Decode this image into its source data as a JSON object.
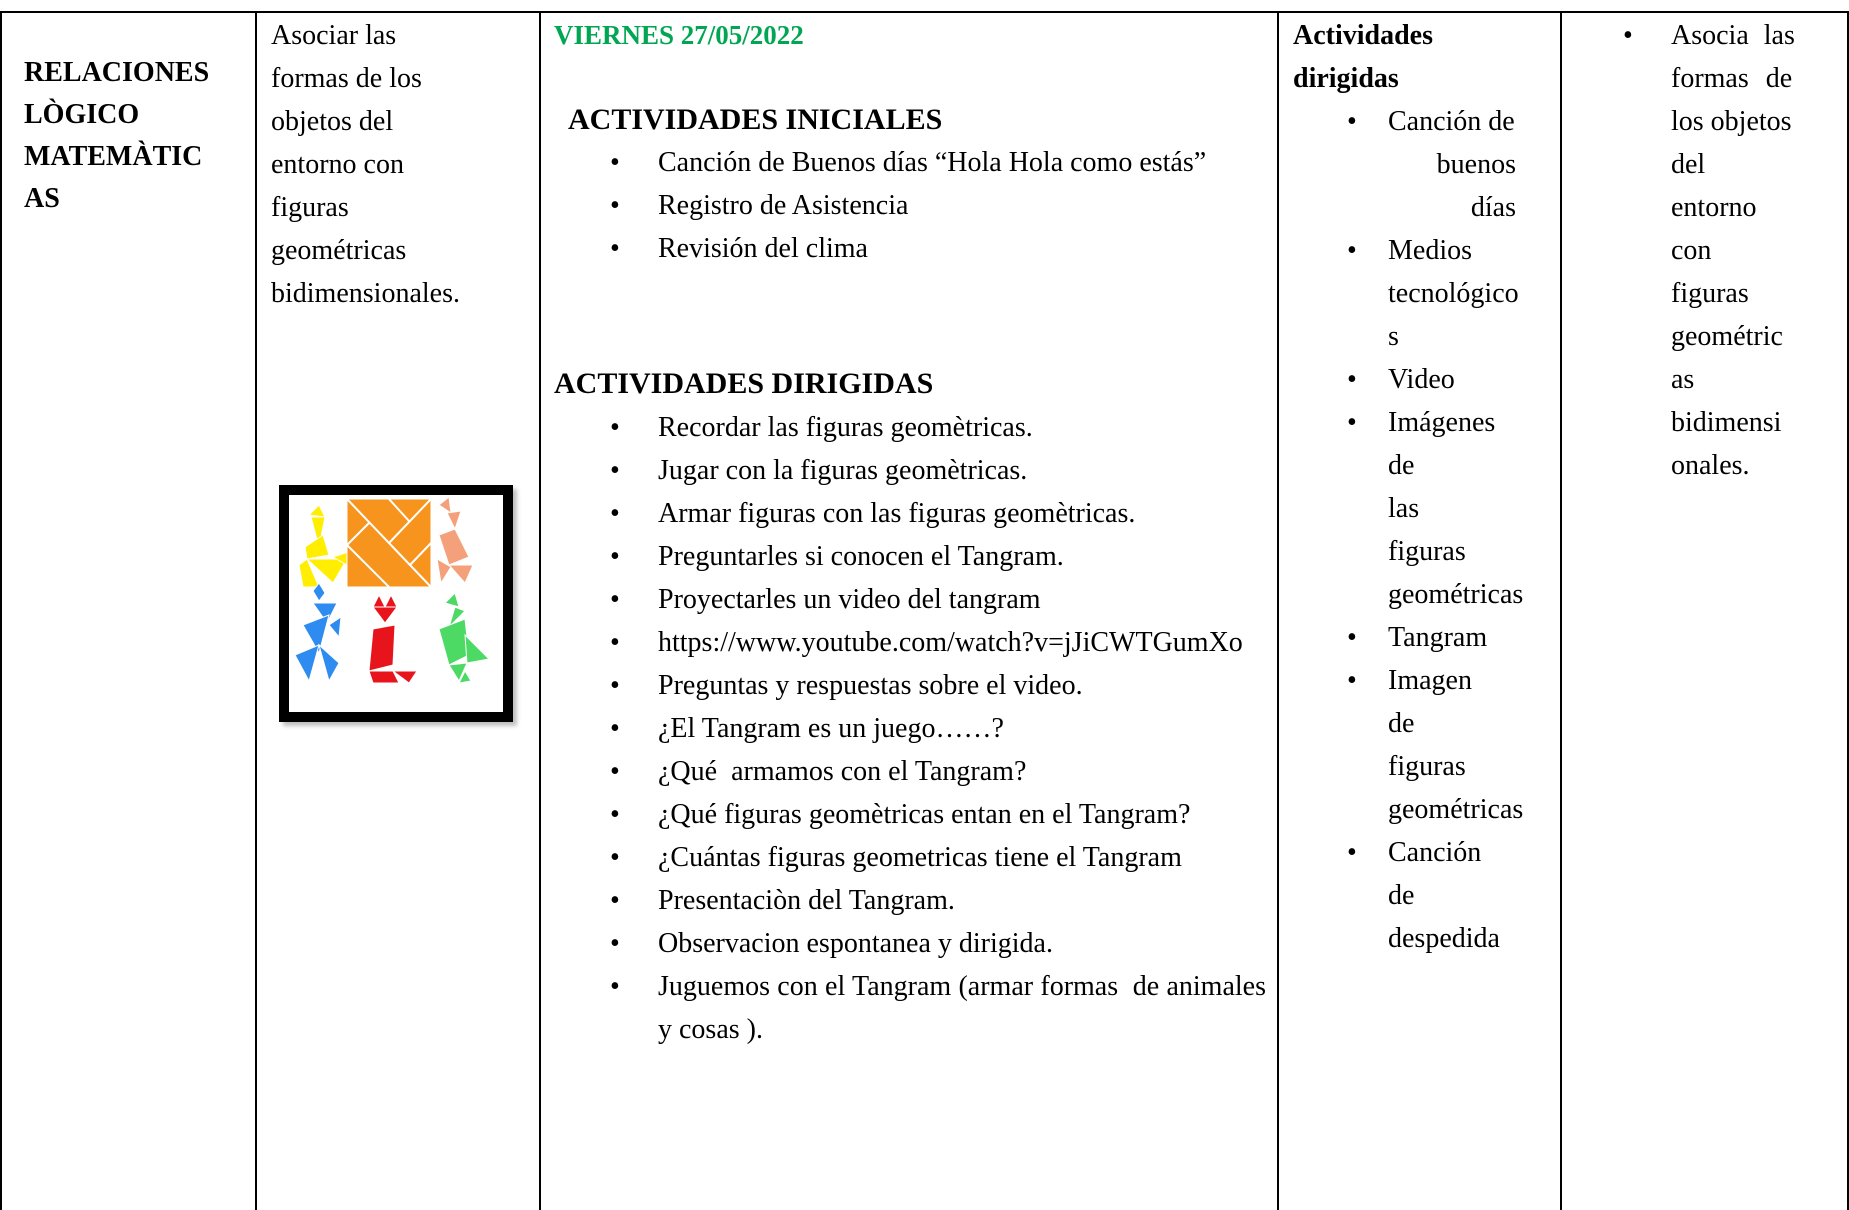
{
  "area": {
    "lines": [
      "RELACIONES",
      "LÒGICO",
      "MATEMÀTIC",
      "AS"
    ]
  },
  "objective": {
    "lines": [
      [
        "Asociar",
        "las"
      ],
      [
        "formas",
        "de",
        "los"
      ],
      [
        "objetos",
        "del"
      ],
      [
        "entorno",
        "con"
      ],
      [
        "figuras"
      ],
      [
        "geométricas"
      ],
      [
        "bidimensionales."
      ]
    ],
    "image": "tangram-figures-image"
  },
  "activities": {
    "date": "VIERNES  27/05/2022",
    "initial_title": "ACTIVIDADES INICIALES",
    "initial_items": [
      "Canción de Buenos días “Hola Hola como estás”",
      "Registro de Asistencia",
      "Revisión del clima"
    ],
    "directed_title": "ACTIVIDADES DIRIGIDAS",
    "directed_items": [
      "Recordar las figuras geomètricas.",
      "Jugar con la figuras geomètricas.",
      "Armar figuras con las figuras geomètricas.",
      "Preguntarles si conocen el Tangram.",
      "Proyectarles un video del tangram",
      "https://www.youtube.com/watch?v=jJiCWTGumXo",
      "Preguntas y respuestas sobre el video.",
      "¿El Tangram es un juego……?",
      "¿Qué  armamos con el Tangram?",
      "¿Qué figuras geomètricas entan en el Tangram?",
      "¿Cuántas figuras geometricas tiene el Tangram",
      "Presentaciòn del Tangram.",
      "Observacion espontanea y dirigida.",
      "Juguemos con el Tangram (armar formas  de animales y cosas )."
    ]
  },
  "resources": {
    "title_lines": [
      "Actividades",
      "dirigidas"
    ],
    "items": [
      [
        "Canción de",
        "buenos días"
      ],
      [
        "Medios",
        "tecnológico",
        "s"
      ],
      [
        "Video"
      ],
      [
        "Imágenes",
        "de las",
        "figuras",
        "geométricas"
      ],
      [
        "Tangram"
      ],
      [
        "Imagen de",
        "figuras",
        "geométricas"
      ],
      [
        "Canción de",
        "despedida"
      ]
    ]
  },
  "evaluation": {
    "lines": [
      "Asocia las",
      "formas de",
      "los objetos",
      "del",
      "entorno",
      "con",
      "figuras",
      "geométric",
      "as",
      "bidimensi",
      "onales."
    ]
  },
  "tangram_colors": {
    "yellow": "#ffee00",
    "orange": "#f7941d",
    "salmon": "#f4a07a",
    "blue": "#2e8bef",
    "red": "#e8141c",
    "green": "#4cd964"
  }
}
